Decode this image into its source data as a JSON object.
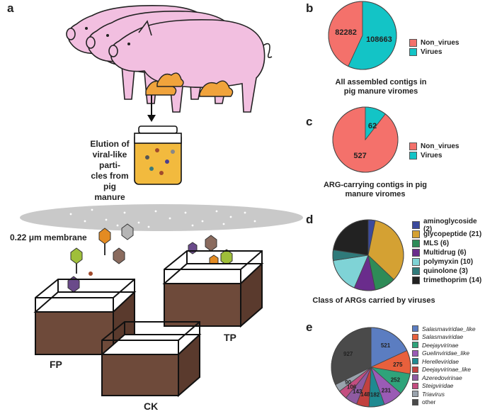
{
  "panel_letters": {
    "a": "a",
    "b": "b",
    "c": "c",
    "d": "d",
    "e": "e"
  },
  "panel_a": {
    "elution_text": [
      "Elution of",
      "viral-like parti-",
      "cles from pig",
      "manure"
    ],
    "membrane_label": "0.22 μm membrane",
    "soil_labels": {
      "fp": "FP",
      "tp": "TP",
      "ck": "CK"
    }
  },
  "colors": {
    "non_viruses": "#f4716b",
    "viruses": "#13c4c6",
    "pig": "#f2bfe0",
    "manure": "#f0a33c",
    "soil": "#6e4a3a"
  },
  "chart_data": [
    {
      "type": "pie",
      "panel": "b",
      "categories": [
        "Non_virues",
        "Virues"
      ],
      "values": [
        82282,
        108663
      ],
      "colors": [
        "#f4716b",
        "#13c4c6"
      ],
      "caption": [
        "All assembled contigs in",
        "pig manure viromes"
      ],
      "legend_placement": "right"
    },
    {
      "type": "pie",
      "panel": "c",
      "categories": [
        "Non_virues",
        "Virues"
      ],
      "values": [
        527,
        62
      ],
      "colors": [
        "#f4716b",
        "#13c4c6"
      ],
      "caption": [
        "ARG-carrying contigs in pig",
        "manure viromes"
      ],
      "legend_placement": "right"
    },
    {
      "type": "pie",
      "panel": "d",
      "categories": [
        "aminoglycoside (2)",
        "glycopeptide (21)",
        "MLS (6)",
        "Multidrug (6)",
        "polymyxin (10)",
        "quinolone (3)",
        "trimethoprim (14)"
      ],
      "values": [
        2,
        21,
        6,
        6,
        10,
        3,
        14
      ],
      "colors": [
        "#3b4a9c",
        "#d4a133",
        "#2e8b57",
        "#6a2c8c",
        "#7fd3d6",
        "#2f7a7a",
        "#222222"
      ],
      "caption": [
        "Class of ARGs carried by viruses"
      ],
      "legend_placement": "right"
    },
    {
      "type": "pie",
      "panel": "e",
      "categories": [
        "Salasmaviridae_like",
        "Salasmaviridae",
        "Deejayvirinae",
        "Guelinviridae_like",
        "Herelleviridae",
        "Deejayvirinae_like",
        "Azeredovirinae",
        "Steigviridae",
        "Triavirus",
        "other"
      ],
      "values": [
        521,
        275,
        252,
        231,
        182,
        148,
        143,
        106,
        90,
        927
      ],
      "labels": [
        "521",
        "275",
        "252",
        "231",
        "182",
        "148",
        "143",
        "106",
        "90",
        "927"
      ],
      "colors": [
        "#5b7dc1",
        "#e8603c",
        "#2fa37a",
        "#9a5bb5",
        "#1f8a91",
        "#c2413f",
        "#8e5aa1",
        "#c44d80",
        "#9aa3ad",
        "#4a4a4a"
      ],
      "legend_placement": "right"
    }
  ]
}
